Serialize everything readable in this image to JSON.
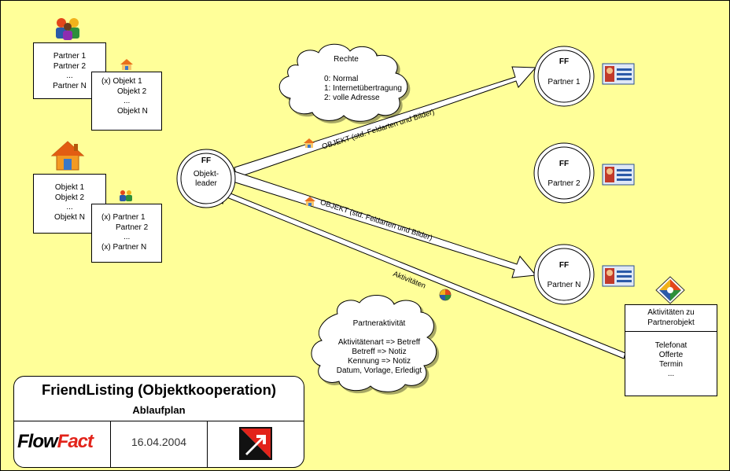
{
  "partner_list": {
    "lines": [
      "Partner  1",
      "Partner  2",
      "...",
      "Partner  N"
    ]
  },
  "objekt_list_top": {
    "lines": [
      "(x) Objekt  1",
      "Objekt  2",
      "...",
      "Objekt  N"
    ]
  },
  "objekt_list": {
    "lines": [
      "Objekt  1",
      "Objekt  2",
      "...",
      "Objekt  N"
    ]
  },
  "partner_list_sel": {
    "lines": [
      "(x) Partner  1",
      "Partner  2",
      "...",
      "(x) Partner  N"
    ]
  },
  "rechte_cloud": {
    "title": "Rechte",
    "lines": [
      "0: Normal",
      "1: Internetübertragung",
      "2: volle Adresse"
    ]
  },
  "objektleader": {
    "title": "FF",
    "label_line1": "Objekt-",
    "label_line2": "leader"
  },
  "partner_nodes": [
    {
      "title": "FF",
      "label": "Partner 1"
    },
    {
      "title": "FF",
      "label": "Partner 2"
    },
    {
      "title": "FF",
      "label": "Partner N"
    }
  ],
  "arrows": {
    "objekt_upper": "OBJEKT (std. Feldarten und Bilder)",
    "objekt_lower": "OBJEKT (std. Feldarten und Bilder)",
    "aktivitaeten": "Aktivitäten"
  },
  "partneraktivitaet_cloud": {
    "title": "Partneraktivität",
    "lines": [
      "Aktivitätenart => Betreff",
      "Betreff => Notiz",
      "Kennung => Notiz",
      "Datum, Vorlage, Erledigt"
    ]
  },
  "aktivitaeten_box": {
    "header_line1": "Aktivitäten zu",
    "header_line2": "Partnerobjekt",
    "lines": [
      "Telefonat",
      "Offerte",
      "Termin",
      "..."
    ]
  },
  "title_panel": {
    "title": "FriendListing (Objektkooperation)",
    "subtitle": "Ablaufplan",
    "logo_text_a": "Flow",
    "logo_text_b": "Fact",
    "date": "16.04.2004"
  },
  "icons": {
    "people": "people-group-icon",
    "house": "house-icon",
    "contact": "contact-card-icon",
    "activity": "activity-ball-icon"
  },
  "colors": {
    "background": "#ffff99",
    "logo_red": "#e2231a",
    "house_orange": "#f39a22",
    "house_blue": "#3b78c8"
  }
}
